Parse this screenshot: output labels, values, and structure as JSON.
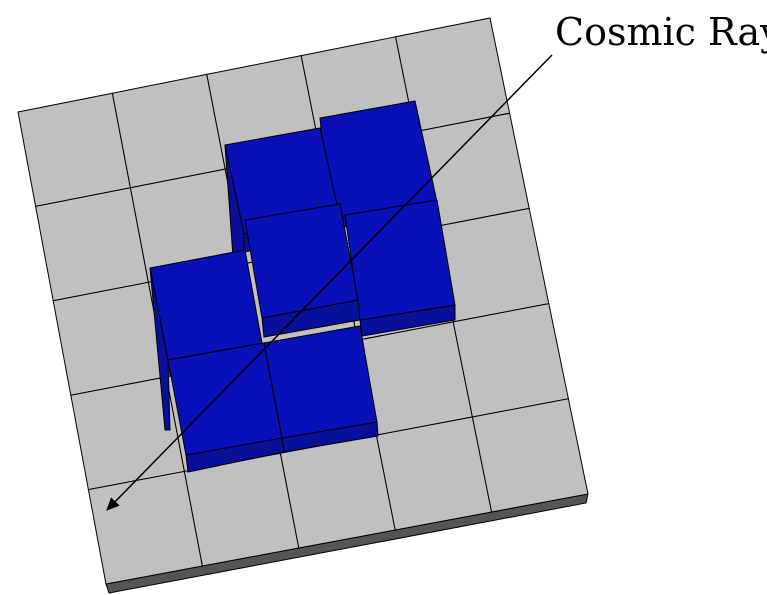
{
  "diagram": {
    "label": "Cosmic Ray",
    "grid": {
      "rows": 5,
      "cols": 5
    },
    "colors": {
      "tile": "#c0c0c0",
      "tile_line": "#000000",
      "base_edge": "#555555",
      "block_top": "#0a10b8",
      "block_side": "#0a0f9a",
      "ray": "#000000"
    }
  }
}
